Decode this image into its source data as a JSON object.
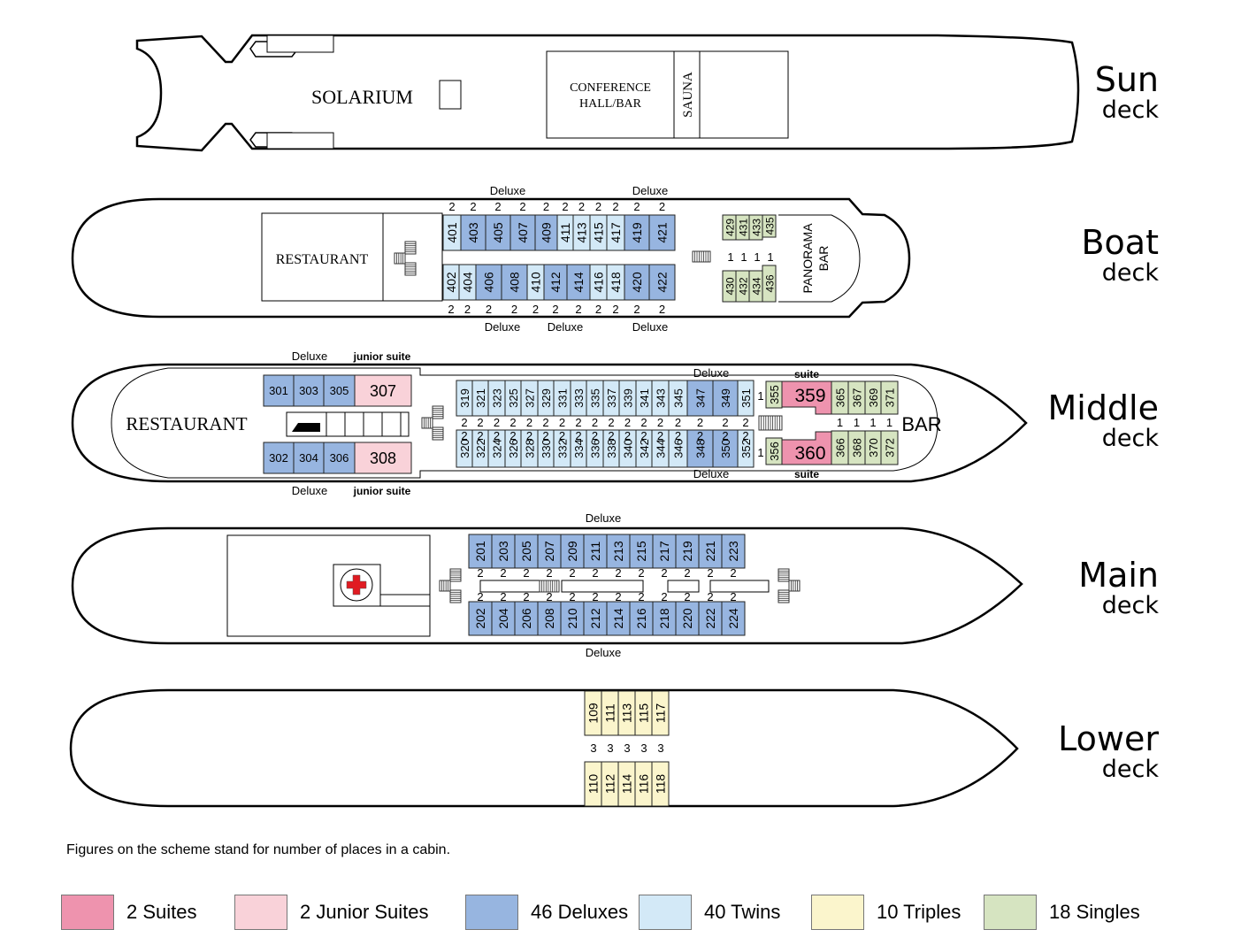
{
  "colors": {
    "suite": "#ee93ae",
    "junior_suite": "#f9d2d9",
    "deluxe": "#97b5e0",
    "twin": "#d3e9f7",
    "triple": "#fbf5cc",
    "single": "#d6e4c1",
    "outline": "#000000",
    "red_cross": "#e01b22"
  },
  "decks": {
    "sun": {
      "name": "Sun",
      "suffix": "deck",
      "rooms": {
        "solarium": "SOLARIUM",
        "conference_1": "CONFERENCE",
        "conference_2": "HALL/BAR",
        "sauna": "SAUNA"
      }
    },
    "boat": {
      "name": "Boat",
      "suffix": "deck",
      "rooms": {
        "restaurant": "RESTAURANT",
        "panorama_1": "PANORAMA",
        "panorama_2": "BAR"
      },
      "class_labels_top": [
        "Deluxe",
        "Deluxe"
      ],
      "class_labels_bottom": [
        "Deluxe",
        "Deluxe",
        "Deluxe"
      ],
      "top_cabins": [
        {
          "no": "401",
          "type": "twin",
          "places": "2"
        },
        {
          "no": "403",
          "type": "deluxe",
          "places": "2"
        },
        {
          "no": "405",
          "type": "deluxe",
          "places": "2"
        },
        {
          "no": "407",
          "type": "deluxe",
          "places": "2"
        },
        {
          "no": "409",
          "type": "deluxe",
          "places": "2"
        },
        {
          "no": "411",
          "type": "twin",
          "places": "2"
        },
        {
          "no": "413",
          "type": "twin",
          "places": "2"
        },
        {
          "no": "415",
          "type": "twin",
          "places": "2"
        },
        {
          "no": "417",
          "type": "twin",
          "places": "2"
        },
        {
          "no": "419",
          "type": "deluxe",
          "places": "2"
        },
        {
          "no": "421",
          "type": "deluxe",
          "places": "2"
        }
      ],
      "bottom_cabins": [
        {
          "no": "402",
          "type": "twin",
          "places": "2"
        },
        {
          "no": "404",
          "type": "twin",
          "places": "2"
        },
        {
          "no": "406",
          "type": "deluxe",
          "places": "2"
        },
        {
          "no": "408",
          "type": "deluxe",
          "places": "2"
        },
        {
          "no": "410",
          "type": "twin",
          "places": "2"
        },
        {
          "no": "412",
          "type": "deluxe",
          "places": "2"
        },
        {
          "no": "414",
          "type": "deluxe",
          "places": "2"
        },
        {
          "no": "416",
          "type": "twin",
          "places": "2"
        },
        {
          "no": "418",
          "type": "twin",
          "places": "2"
        },
        {
          "no": "420",
          "type": "deluxe",
          "places": "2"
        },
        {
          "no": "422",
          "type": "deluxe",
          "places": "2"
        }
      ],
      "single_top": [
        {
          "no": "429",
          "type": "single",
          "places": "1"
        },
        {
          "no": "431",
          "type": "single",
          "places": "1"
        },
        {
          "no": "433",
          "type": "single",
          "places": "1"
        },
        {
          "no": "435",
          "type": "single",
          "places": "1"
        }
      ],
      "single_bottom": [
        {
          "no": "430",
          "type": "single"
        },
        {
          "no": "432",
          "type": "single"
        },
        {
          "no": "434",
          "type": "single"
        },
        {
          "no": "436",
          "type": "single"
        }
      ]
    },
    "middle": {
      "name": "Middle",
      "suffix": "deck",
      "rooms": {
        "restaurant": "RESTAURANT",
        "bar": "BAR"
      },
      "labels": {
        "deluxe": "Deluxe",
        "junior_suite": "junior suite",
        "suite": "suite"
      },
      "aft_top": [
        {
          "no": "301",
          "type": "deluxe"
        },
        {
          "no": "303",
          "type": "deluxe"
        },
        {
          "no": "305",
          "type": "deluxe"
        },
        {
          "no": "307",
          "type": "junior_suite"
        }
      ],
      "aft_bottom": [
        {
          "no": "302",
          "type": "deluxe"
        },
        {
          "no": "304",
          "type": "deluxe"
        },
        {
          "no": "306",
          "type": "deluxe"
        },
        {
          "no": "308",
          "type": "junior_suite"
        }
      ],
      "top_cabins": [
        {
          "no": "319",
          "type": "twin",
          "places": "2"
        },
        {
          "no": "321",
          "type": "twin",
          "places": "2"
        },
        {
          "no": "323",
          "type": "twin",
          "places": "2"
        },
        {
          "no": "325",
          "type": "twin",
          "places": "2"
        },
        {
          "no": "327",
          "type": "twin",
          "places": "2"
        },
        {
          "no": "329",
          "type": "twin",
          "places": "2"
        },
        {
          "no": "331",
          "type": "twin",
          "places": "2"
        },
        {
          "no": "333",
          "type": "twin",
          "places": "2"
        },
        {
          "no": "335",
          "type": "twin",
          "places": "2"
        },
        {
          "no": "337",
          "type": "twin",
          "places": "2"
        },
        {
          "no": "339",
          "type": "twin",
          "places": "2"
        },
        {
          "no": "341",
          "type": "twin",
          "places": "2"
        },
        {
          "no": "343",
          "type": "twin",
          "places": "2"
        },
        {
          "no": "345",
          "type": "twin",
          "places": "2"
        },
        {
          "no": "347",
          "type": "deluxe",
          "places": "2"
        },
        {
          "no": "349",
          "type": "deluxe",
          "places": "2"
        },
        {
          "no": "351",
          "type": "twin",
          "places": "2"
        }
      ],
      "bottom_cabins": [
        {
          "no": "320",
          "type": "twin"
        },
        {
          "no": "322",
          "type": "twin"
        },
        {
          "no": "324",
          "type": "twin"
        },
        {
          "no": "326",
          "type": "twin"
        },
        {
          "no": "328",
          "type": "twin"
        },
        {
          "no": "330",
          "type": "twin"
        },
        {
          "no": "332",
          "type": "twin"
        },
        {
          "no": "334",
          "type": "twin"
        },
        {
          "no": "336",
          "type": "twin"
        },
        {
          "no": "338",
          "type": "twin"
        },
        {
          "no": "340",
          "type": "twin"
        },
        {
          "no": "342",
          "type": "twin"
        },
        {
          "no": "344",
          "type": "twin"
        },
        {
          "no": "346",
          "type": "twin"
        },
        {
          "no": "348",
          "type": "deluxe"
        },
        {
          "no": "350",
          "type": "deluxe"
        },
        {
          "no": "352",
          "type": "twin"
        }
      ],
      "single_355": {
        "no": "355",
        "places": "1"
      },
      "single_356": {
        "no": "356",
        "places": "1"
      },
      "suite_359": {
        "no": "359"
      },
      "suite_360": {
        "no": "360"
      },
      "fore_top": [
        {
          "no": "365",
          "places": "1"
        },
        {
          "no": "367",
          "places": "1"
        },
        {
          "no": "369",
          "places": "1"
        },
        {
          "no": "371",
          "places": "1"
        }
      ],
      "fore_bottom": [
        {
          "no": "366"
        },
        {
          "no": "368"
        },
        {
          "no": "370"
        },
        {
          "no": "372"
        }
      ]
    },
    "main": {
      "name": "Main",
      "suffix": "deck",
      "labels": {
        "top": "Deluxe",
        "bottom": "Deluxe"
      },
      "top_cabins": [
        "201",
        "203",
        "205",
        "207",
        "209",
        "211",
        "213",
        "215",
        "217",
        "219",
        "221",
        "223"
      ],
      "bottom_cabins": [
        "202",
        "204",
        "206",
        "208",
        "210",
        "212",
        "214",
        "216",
        "218",
        "220",
        "222",
        "224"
      ],
      "places": "2"
    },
    "lower": {
      "name": "Lower",
      "suffix": "deck",
      "top_cabins": [
        "109",
        "111",
        "113",
        "115",
        "117"
      ],
      "bottom_cabins": [
        "110",
        "112",
        "114",
        "116",
        "118"
      ],
      "places": "3"
    }
  },
  "note": "Figures on the scheme stand for number of places in a cabin.",
  "legend": [
    {
      "type": "suite",
      "label": "2 Suites",
      "color": "#ee93ae"
    },
    {
      "type": "junior_suite",
      "label": "2 Junior Suites",
      "color": "#f9d2d9"
    },
    {
      "type": "deluxe",
      "label": "46 Deluxes",
      "color": "#97b5e0"
    },
    {
      "type": "twin",
      "label": "40 Twins",
      "color": "#d3e9f7"
    },
    {
      "type": "triple",
      "label": "10 Triples",
      "color": "#fbf5cc"
    },
    {
      "type": "single",
      "label": "18 Singles",
      "color": "#d6e4c1"
    }
  ]
}
